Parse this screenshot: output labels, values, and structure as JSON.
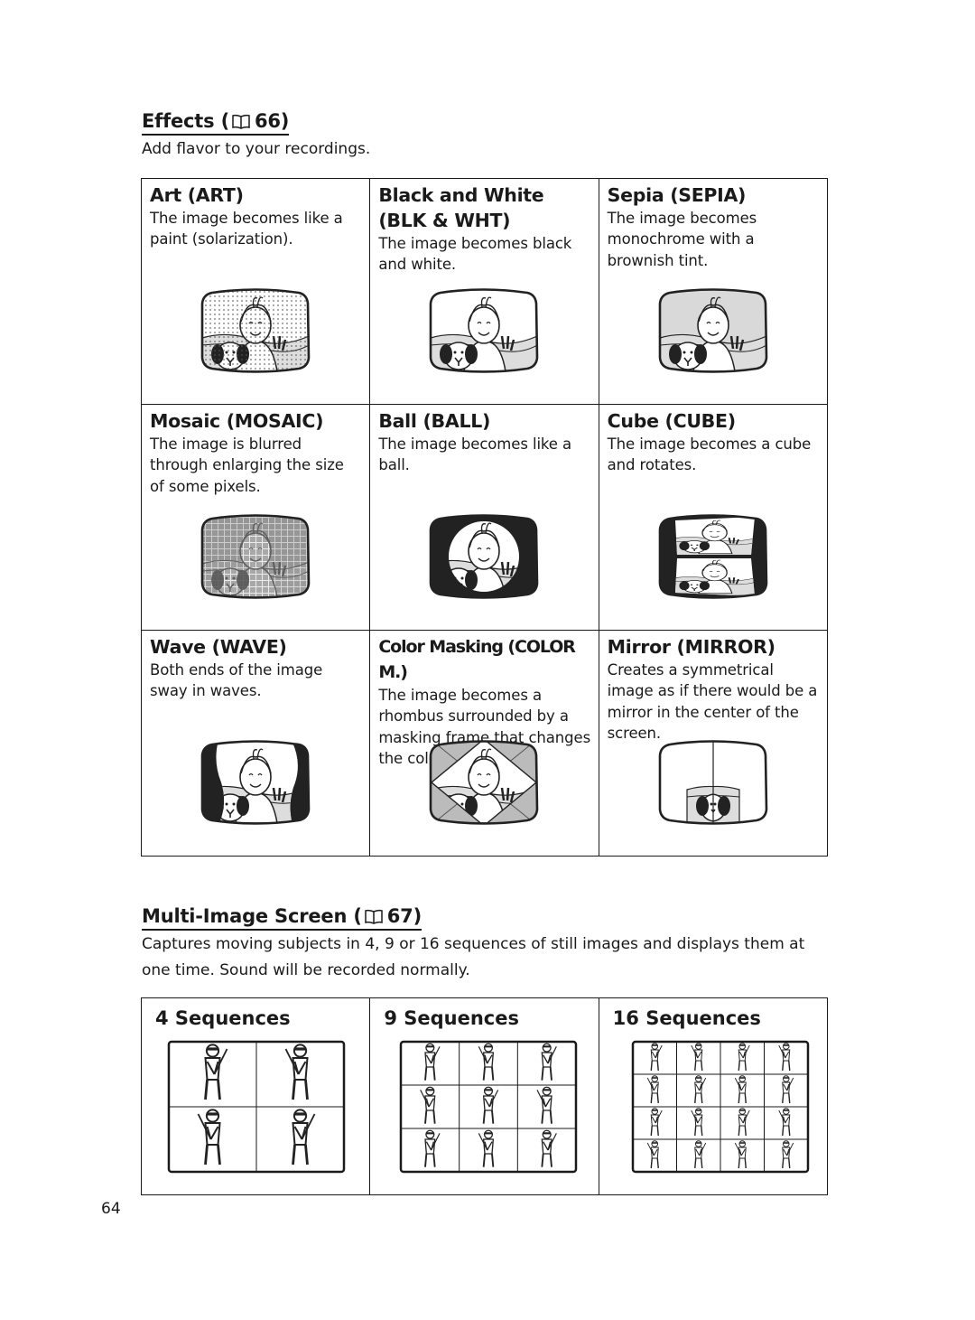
{
  "effects": {
    "title": "Effects",
    "ref_page": "66",
    "description": "Add flavor to your recordings.",
    "items": [
      {
        "title": "Art (ART)",
        "desc": "The image becomes like a paint (solarization)."
      },
      {
        "title": "Black and White (BLK & WHT)",
        "desc": "The image becomes black and white."
      },
      {
        "title": "Sepia (SEPIA)",
        "desc": "The image becomes monochrome with a brownish tint."
      },
      {
        "title": "Mosaic (MOSAIC)",
        "desc": "The image is blurred through enlarging the size of some pixels."
      },
      {
        "title": "Ball (BALL)",
        "desc": "The image becomes like a ball."
      },
      {
        "title": "Cube (CUBE)",
        "desc": "The image becomes a cube and rotates."
      },
      {
        "title": "Wave (WAVE)",
        "desc": "Both ends of the image sway in waves."
      },
      {
        "title": "Color Masking (COLOR M.)",
        "desc": "The image becomes a rhombus surrounded by a masking frame that changes the colors."
      },
      {
        "title": "Mirror (MIRROR)",
        "desc": "Creates a symmetrical image as if there would be a mirror in the center of the screen."
      }
    ]
  },
  "multi_image": {
    "title": "Multi-Image Screen",
    "ref_page": "67",
    "description": "Captures moving subjects in 4, 9 or 16 sequences of still images and displays them at one time. Sound will be recorded normally.",
    "items": [
      {
        "title": "4 Sequences",
        "grid": 2
      },
      {
        "title": "9 Sequences",
        "grid": 3
      },
      {
        "title": "16 Sequences",
        "grid": 4
      }
    ]
  },
  "page_number": "64"
}
